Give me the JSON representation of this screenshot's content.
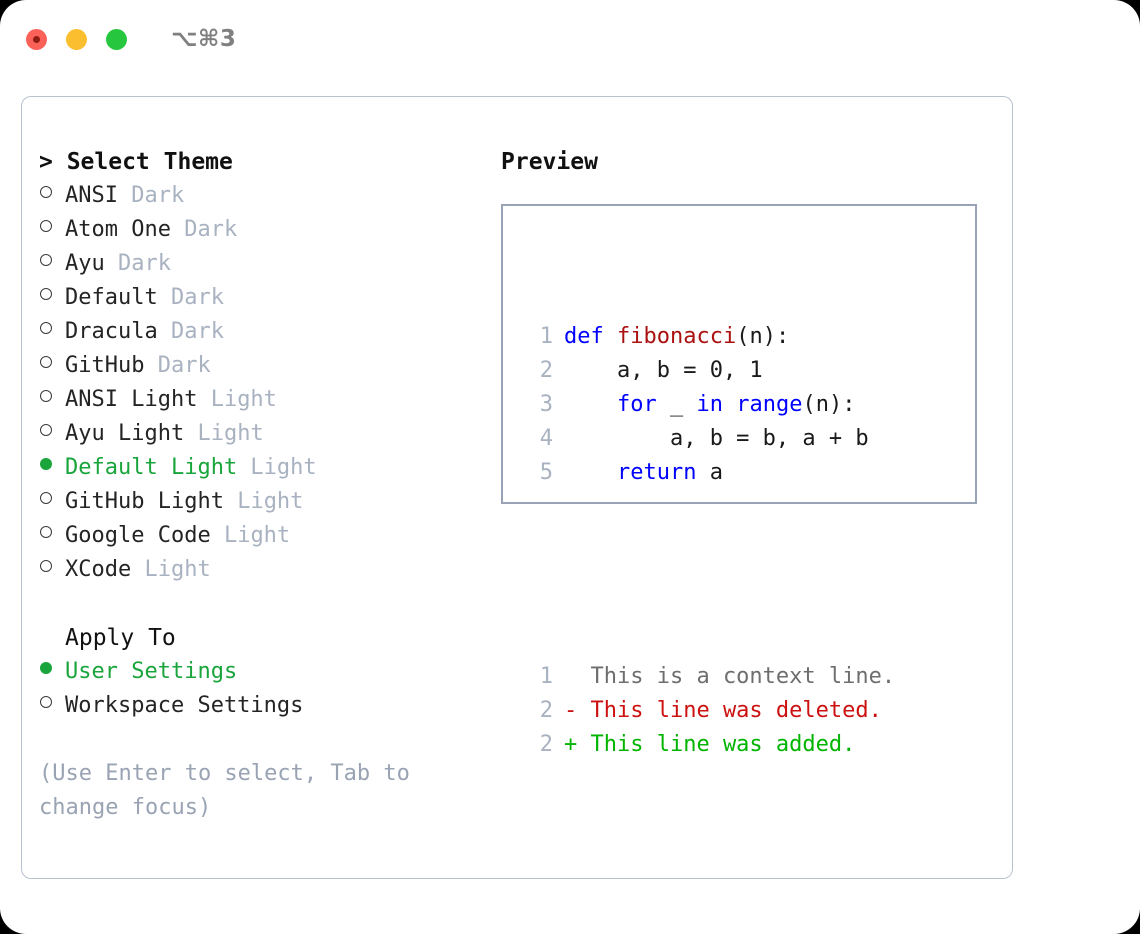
{
  "window": {
    "traffic_lights": [
      "close-red",
      "minimize-yellow",
      "maximize-green"
    ],
    "shortcut": "⌥⌘3",
    "accent_green": "#1aa53c",
    "muted_gray": "#a9b2c0",
    "border_gray": "#b9c2cf"
  },
  "theme_panel": {
    "heading": "> Select Theme",
    "items": [
      {
        "marker": "hollow",
        "label": "ANSI",
        "tag": "Dark",
        "selected": false
      },
      {
        "marker": "hollow",
        "label": "Atom One",
        "tag": "Dark",
        "selected": false
      },
      {
        "marker": "hollow",
        "label": "Ayu",
        "tag": "Dark",
        "selected": false
      },
      {
        "marker": "hollow",
        "label": "Default",
        "tag": "Dark",
        "selected": false
      },
      {
        "marker": "hollow",
        "label": "Dracula",
        "tag": "Dark",
        "selected": false
      },
      {
        "marker": "hollow",
        "label": "GitHub",
        "tag": "Dark",
        "selected": false
      },
      {
        "marker": "hollow",
        "label": "ANSI Light",
        "tag": "Light",
        "selected": false
      },
      {
        "marker": "hollow",
        "label": "Ayu Light",
        "tag": "Light",
        "selected": false
      },
      {
        "marker": "filled",
        "label": "Default Light",
        "tag": "Light",
        "selected": true
      },
      {
        "marker": "hollow",
        "label": "GitHub Light",
        "tag": "Light",
        "selected": false
      },
      {
        "marker": "hollow",
        "label": "Google Code",
        "tag": "Light",
        "selected": false
      },
      {
        "marker": "hollow",
        "label": "XCode",
        "tag": "Light",
        "selected": false
      }
    ]
  },
  "apply_to": {
    "heading": "Apply To",
    "items": [
      {
        "marker": "filled",
        "label": "User Settings",
        "selected": true
      },
      {
        "marker": "hollow",
        "label": "Workspace Settings",
        "selected": false
      }
    ]
  },
  "hint": {
    "line1": "(Use Enter to select, Tab to",
    "line2": "change focus)"
  },
  "preview": {
    "heading": "Preview",
    "code_lines": [
      {
        "number": "1",
        "tokens": [
          {
            "t": "def ",
            "c": "kw"
          },
          {
            "t": "fibonacci",
            "c": "fn"
          },
          {
            "t": "(n):",
            "c": "plain"
          }
        ]
      },
      {
        "number": "2",
        "tokens": [
          {
            "t": "    a, b = 0, 1",
            "c": "plain"
          }
        ]
      },
      {
        "number": "3",
        "tokens": [
          {
            "t": "    ",
            "c": "plain"
          },
          {
            "t": "for",
            "c": "kw"
          },
          {
            "t": " _ ",
            "c": "plain"
          },
          {
            "t": "in",
            "c": "kw"
          },
          {
            "t": " ",
            "c": "plain"
          },
          {
            "t": "range",
            "c": "kw"
          },
          {
            "t": "(n):",
            "c": "plain"
          }
        ]
      },
      {
        "number": "4",
        "tokens": [
          {
            "t": "        a, b = b, a + b",
            "c": "plain"
          }
        ]
      },
      {
        "number": "5",
        "tokens": [
          {
            "t": "    ",
            "c": "plain"
          },
          {
            "t": "return",
            "c": "kw"
          },
          {
            "t": " a",
            "c": "plain"
          }
        ]
      }
    ],
    "diff_lines": [
      {
        "number": "1",
        "tokens": [
          {
            "t": "  This is a context line.",
            "c": "ctx"
          }
        ]
      },
      {
        "number": "2",
        "tokens": [
          {
            "t": "- This line was deleted.",
            "c": "del"
          }
        ]
      },
      {
        "number": "2",
        "tokens": [
          {
            "t": "+ This line was added.",
            "c": "add"
          }
        ]
      }
    ]
  }
}
